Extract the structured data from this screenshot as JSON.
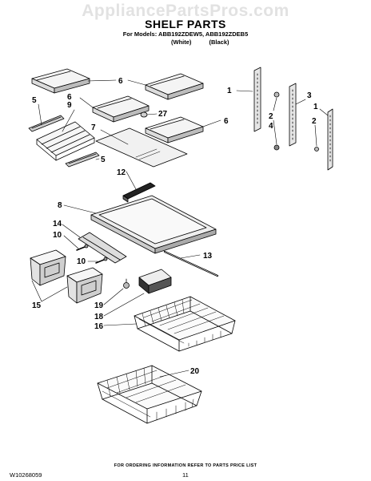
{
  "watermark": "AppliancePartsPros.com",
  "header": {
    "title": "SHELF PARTS",
    "models": "For Models: ABB192ZDEW5, ABB192ZDEB5",
    "variant_white": "(White)",
    "variant_black": "(Black)"
  },
  "callouts": {
    "c1_right": "1",
    "c1_far": "1",
    "c2_top": "2",
    "c2_right": "2",
    "c3": "3",
    "c4": "4",
    "c5_top": "5",
    "c5_bottom": "5",
    "c6_top": "6",
    "c6_left": "6",
    "c6_right": "6",
    "c7": "7",
    "c8": "8",
    "c9": "9",
    "c10_a": "10",
    "c10_b": "10",
    "c12": "12",
    "c13": "13",
    "c14": "14",
    "c15": "15",
    "c16": "16",
    "c18": "18",
    "c19": "19",
    "c20": "20",
    "c27": "27"
  },
  "footer": {
    "note": "FOR ORDERING INFORMATION REFER TO PARTS PRICE LIST",
    "doc_number": "W10268059",
    "page_number": "11"
  }
}
